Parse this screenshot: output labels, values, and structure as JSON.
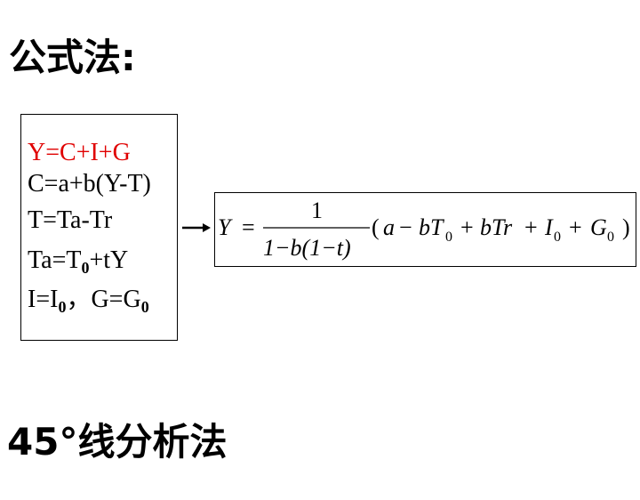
{
  "titles": {
    "formula_method": "公式法:",
    "line_method": "45°线分析法"
  },
  "equations": {
    "line1": "Y=C+I+G",
    "line2": "C=a+b(Y-T)",
    "line3": "T=Ta-Tr",
    "line4_a": "Ta=T",
    "line4_sub": "0",
    "line4_b": "+tY",
    "line5_a": "I=I",
    "line5_sub1": "0",
    "line5_b": "，G=G",
    "line5_sub2": "0"
  },
  "formula": {
    "lhs": "Y",
    "eq": "=",
    "numerator": "1",
    "denominator": "1−b(1−t)",
    "open_paren": "(",
    "a": "a",
    "minus": "−",
    "bT": "bT",
    "sub0": "0",
    "plus": "+",
    "bTr": "bTr",
    "I": "I",
    "G": "G",
    "close_paren": ")"
  },
  "colors": {
    "highlight": "#e00000",
    "text": "#000000"
  }
}
